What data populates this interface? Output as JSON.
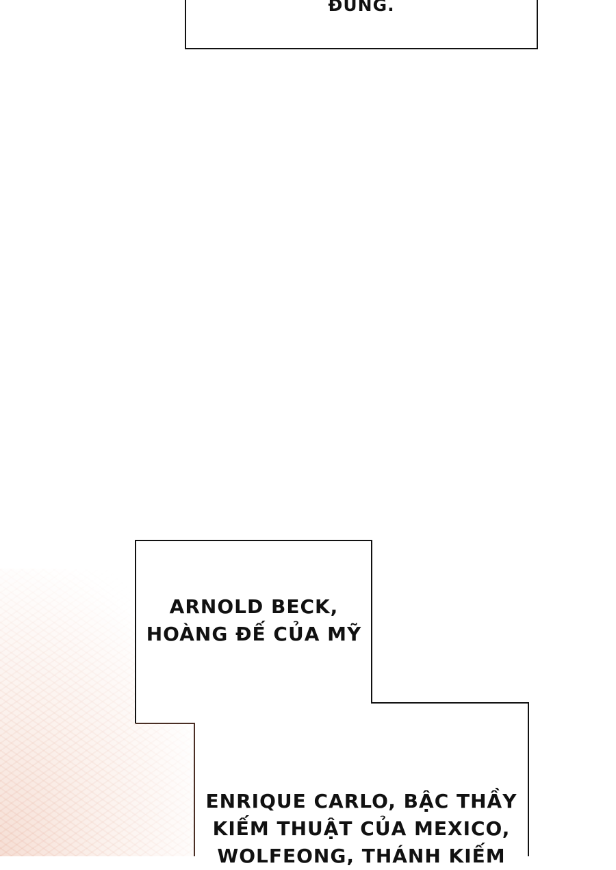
{
  "panels": {
    "top_caption": {
      "text": "ĐUNG."
    },
    "caption_1": {
      "lines": [
        "ARNOLD BECK,",
        "HOÀNG ĐẾ CỦA MỸ"
      ]
    },
    "caption_2": {
      "lines": [
        "ENRIQUE CARLO, BẬC THẦY",
        "KIẾM THUẬT CỦA MEXICO,",
        "WOLFEONG, THÁNH KIẾM"
      ]
    }
  },
  "colors": {
    "background": "#ffffff",
    "border": "#111111",
    "border_left_tint": "#4a2e24",
    "texture": "#eec4b2",
    "text": "#111111"
  }
}
